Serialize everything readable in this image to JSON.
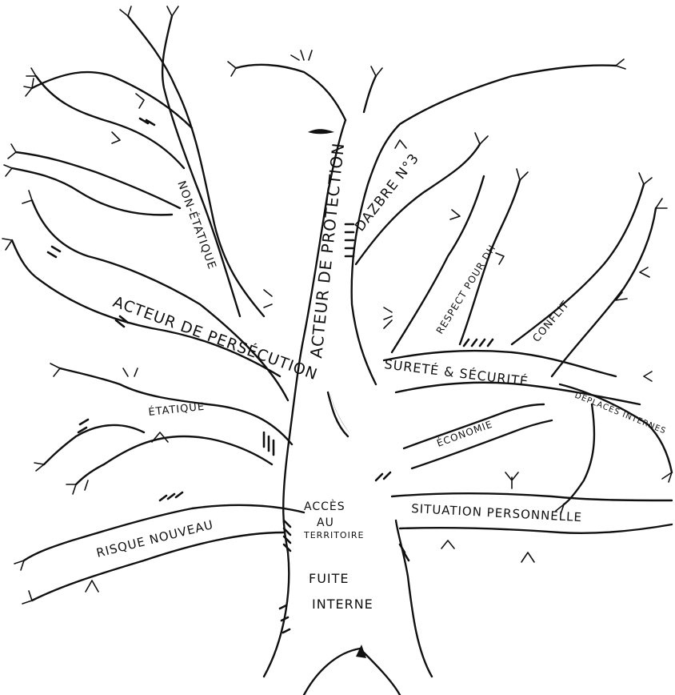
{
  "labels": {
    "non_etatique": "NON-ÉTATIQUE",
    "acteur_de_persecution": "ACTEUR DE PERSÉCUTION",
    "etatique": "ÉTATIQUE",
    "acteur_de_protection": "ACTEUR DE PROTECTION",
    "dazbre": "DAZBRE N°3",
    "respect_pour_dh": "RESPECT POUR DH",
    "conflit": "CONFLIT",
    "surete_securite": "SURETÉ & SÉCURITÉ",
    "deplaces_internes": "DEPLACÉS INTERNES",
    "economie": "ÉCONOMIE",
    "acces": "ACCÈS",
    "au": "AU",
    "territoire": "TERRITOIRE",
    "situation_personnelle": "SITUATION PERSONNELLE",
    "risque_nouveau": "RISQUE NOUVEAU",
    "fuite": "FUITE",
    "interne": "INTERNE"
  }
}
